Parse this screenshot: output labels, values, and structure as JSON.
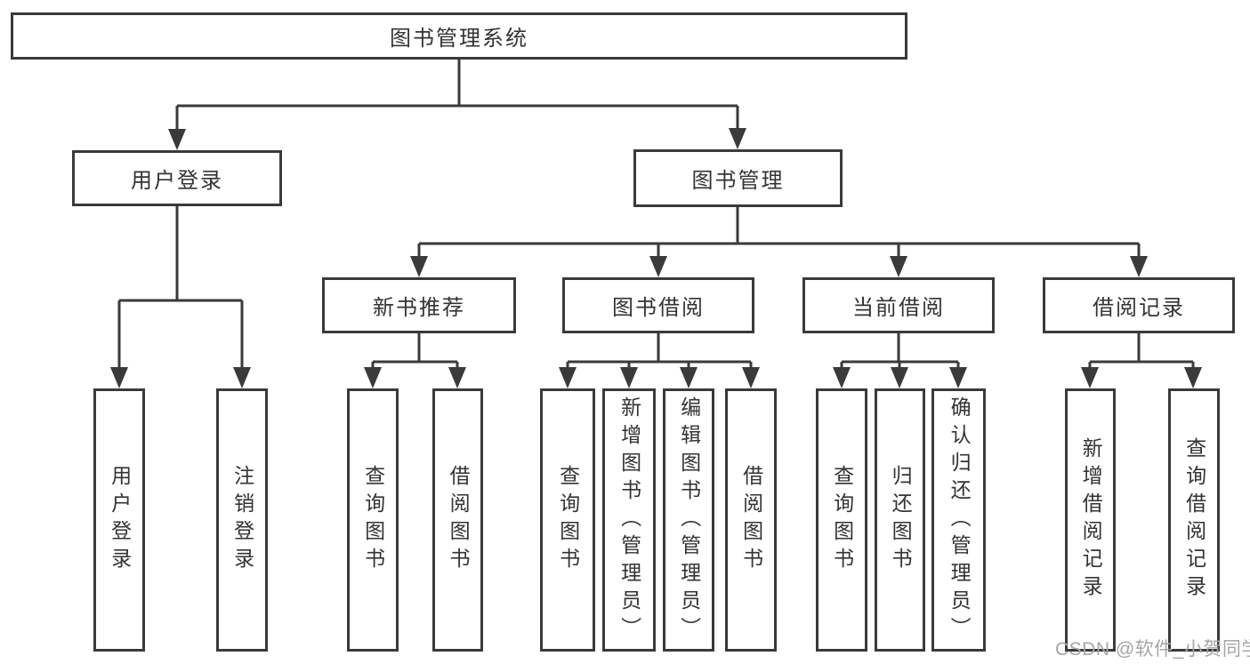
{
  "diagram": {
    "root": {
      "label": "图书管理系统"
    },
    "user_login": {
      "label": "用户登录",
      "children": [
        "用户登录",
        "注销登录"
      ]
    },
    "book_management": {
      "label": "图书管理",
      "children": [
        {
          "label": "新书推荐",
          "children": [
            "查询图书",
            "借阅图书"
          ]
        },
        {
          "label": "图书借阅",
          "children": [
            "查询图书",
            "新增图书（管理员）",
            "编辑图书（管理员）",
            "借阅图书"
          ]
        },
        {
          "label": "当前借阅",
          "children": [
            "查询图书",
            "归还图书",
            "确认归还（管理员）"
          ]
        },
        {
          "label": "借阅记录",
          "children": [
            "新增借阅记录",
            "查询借阅记录"
          ]
        }
      ]
    },
    "watermark": "CSDN @软件_小贺同学",
    "colors": {
      "line": "#3a3a3a",
      "box_border": "#3a3a3a",
      "text": "#333333",
      "watermark": "#a6a6a6",
      "background": "#ffffff"
    }
  }
}
